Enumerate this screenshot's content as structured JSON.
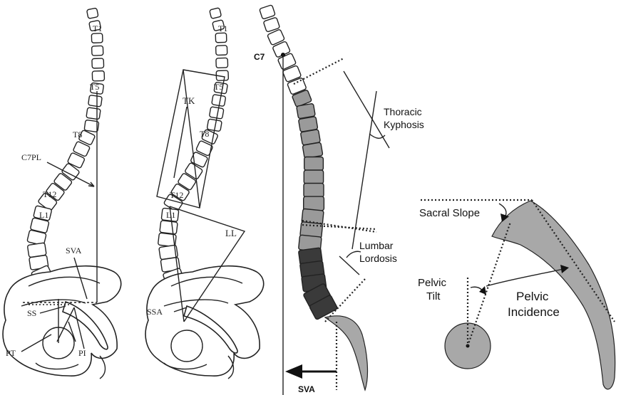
{
  "panel_a": {
    "labels": {
      "t1": "T1",
      "t5": "T5",
      "t8": "T8",
      "t12": "T12",
      "l1": "L1",
      "c7pl": "C7PL",
      "sva": "SVA",
      "ss": "SS",
      "pt": "PT",
      "pi": "PI"
    }
  },
  "panel_b": {
    "labels": {
      "t1": "T1",
      "t5": "T5",
      "tk": "TK",
      "t8": "T8",
      "t12": "T12",
      "l1": "L1",
      "ll": "LL",
      "ssa": "SSA"
    }
  },
  "panel_c": {
    "labels": {
      "c7": "C7",
      "thoracic_kyphosis_1": "Thoracic",
      "thoracic_kyphosis_2": "Kyphosis",
      "lumbar_lordosis_1": "Lumbar",
      "lumbar_lordosis_2": "Lordosis",
      "sva": "SVA"
    },
    "colors": {
      "thoracic_vertebra": "#9a9a9a",
      "lumbar_vertebra": "#3a3a3a",
      "cervical_vertebra": "#ffffff",
      "sacrum": "#a8a8a8"
    }
  },
  "panel_d": {
    "labels": {
      "sacral_slope": "Sacral Slope",
      "pelvic_tilt_1": "Pelvic",
      "pelvic_tilt_2": "Tilt",
      "pelvic_incidence_1": "Pelvic",
      "pelvic_incidence_2": "Incidence"
    },
    "colors": {
      "sacrum": "#a8a8a8",
      "femoral_head": "#a8a8a8"
    }
  }
}
